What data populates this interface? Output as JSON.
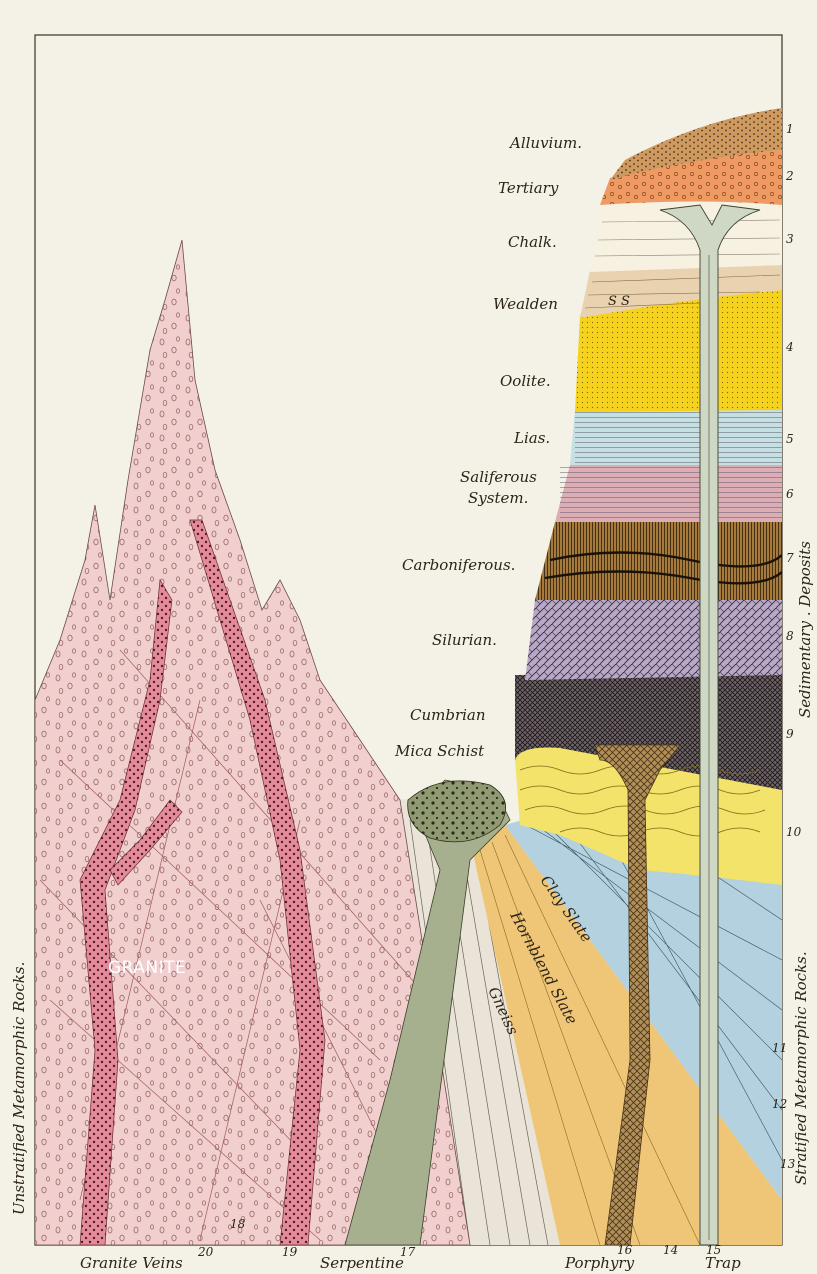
{
  "strata": [
    {
      "label": "Alluvium.",
      "num": "1"
    },
    {
      "label": "Tertiary",
      "num": "2"
    },
    {
      "label": "Chalk.",
      "num": "3"
    },
    {
      "label": "Wealden",
      "num": ""
    },
    {
      "label": "Oolite.",
      "num": "4"
    },
    {
      "label": "Lias.",
      "num": "5"
    },
    {
      "label": "Saliferous",
      "num": "6"
    },
    {
      "label": "System.",
      "num": ""
    },
    {
      "label": "Carboniferous.",
      "num": "7"
    },
    {
      "label": "Silurian.",
      "num": "8"
    },
    {
      "label": "Cumbrian",
      "num": "9"
    },
    {
      "label": "Mica Schist",
      "num": "10"
    }
  ],
  "wealden_mark": "S S",
  "inclined_labels": {
    "clay_slate": "Clay Slate",
    "hornblend_slate": "Hornblend Slate",
    "gneiss": "Gneiss"
  },
  "side_labels": {
    "sedimentary": "Sedimentary . Deposits",
    "stratified": "Stratified Metamorphic Rocks.",
    "unstratified": "Unstratified Metamorphic Rocks."
  },
  "granite_label": "GRANITE",
  "bottom_labels": {
    "granite_veins": "Granite Veins",
    "serpentine": "Serpentine",
    "porphyry": "Porphyry",
    "trap": "Trap"
  },
  "numbers": {
    "n11": "11",
    "n12": "12",
    "n13": "13",
    "n14": "14",
    "n15": "15",
    "n16": "16",
    "n17": "17",
    "n18": "18",
    "n19": "19",
    "n20": "20"
  },
  "colors": {
    "paper": "#f4f1e6",
    "granite": "#f1cfcf",
    "granite_vein": "#e58a9a",
    "alluvium": "#cf9a60",
    "tertiary": "#ee9a62",
    "chalk": "#f7f1e2",
    "wealden": "#e9d2b0",
    "oolite": "#f5d21e",
    "lias": "#c5dfe3",
    "saliferous": "#dcadb4",
    "carboniferous": "#a57a3a",
    "silurian": "#b7a8c6",
    "cumbrian": "#6e6468",
    "mica_schist": "#f3e36a",
    "clay_slate": "#b3d1de",
    "hornblend_slate": "#efc677",
    "gneiss": "#eae4d8",
    "serpentine": "#a7b08e",
    "porphyry": "#b08f58",
    "trap": "#cfd8c4"
  }
}
